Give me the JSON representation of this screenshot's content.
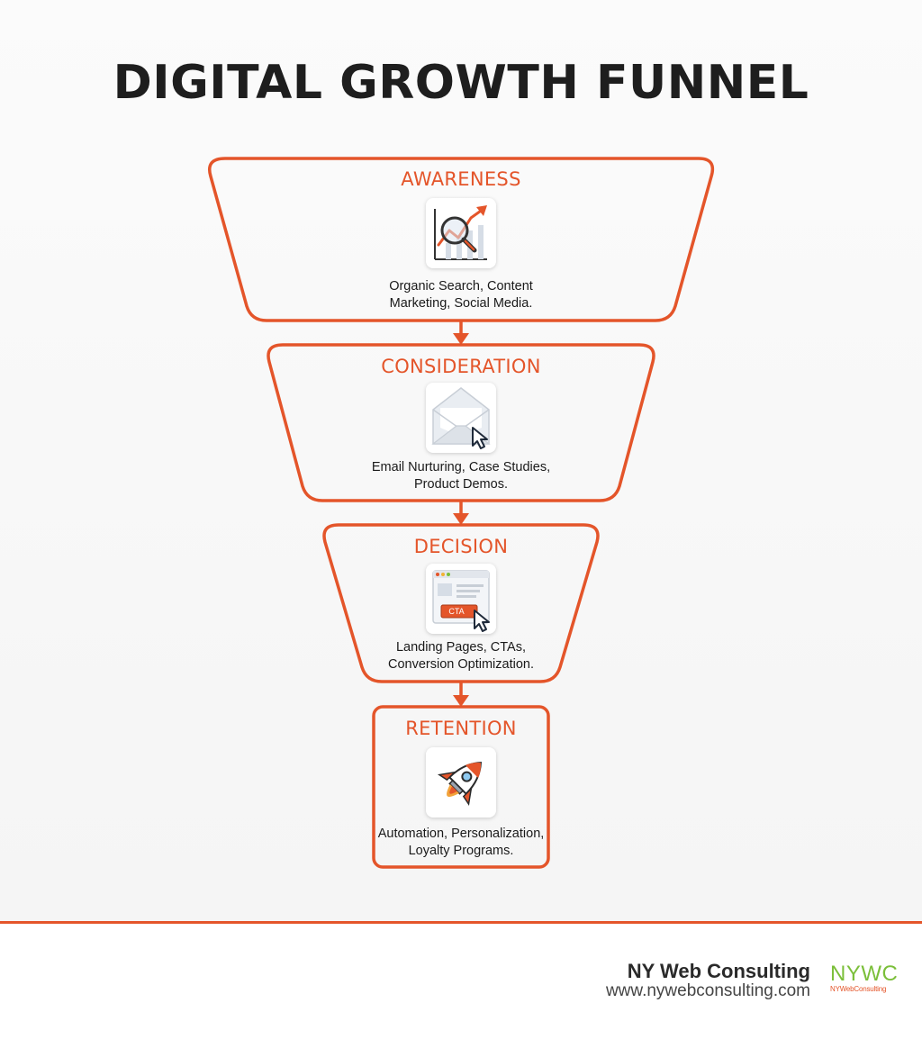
{
  "title": "DIGITAL GROWTH FUNNEL",
  "accent_color": "#e4552a",
  "stages": [
    {
      "name": "AWARENESS",
      "icon": "magnifier-chart-icon",
      "lines": [
        "Organic Search, Content",
        "Marketing, Social Media."
      ]
    },
    {
      "name": "CONSIDERATION",
      "icon": "envelope-cursor-icon",
      "lines": [
        "Email Nurturing, Case Studies,",
        "Product Demos."
      ]
    },
    {
      "name": "DECISION",
      "icon": "landing-page-cta-icon",
      "cta_label": "CTA",
      "lines": [
        "Landing Pages, CTAs,",
        "Conversion Optimization."
      ]
    },
    {
      "name": "RETENTION",
      "icon": "rocket-icon",
      "lines": [
        "Automation, Personalization,",
        "Loyalty Programs."
      ]
    }
  ],
  "footer": {
    "company": "NY Web Consulting",
    "url": "www.nywebconsulting.com",
    "logo_text": "NYWC",
    "logo_subtext": "NYWebConsulting"
  }
}
